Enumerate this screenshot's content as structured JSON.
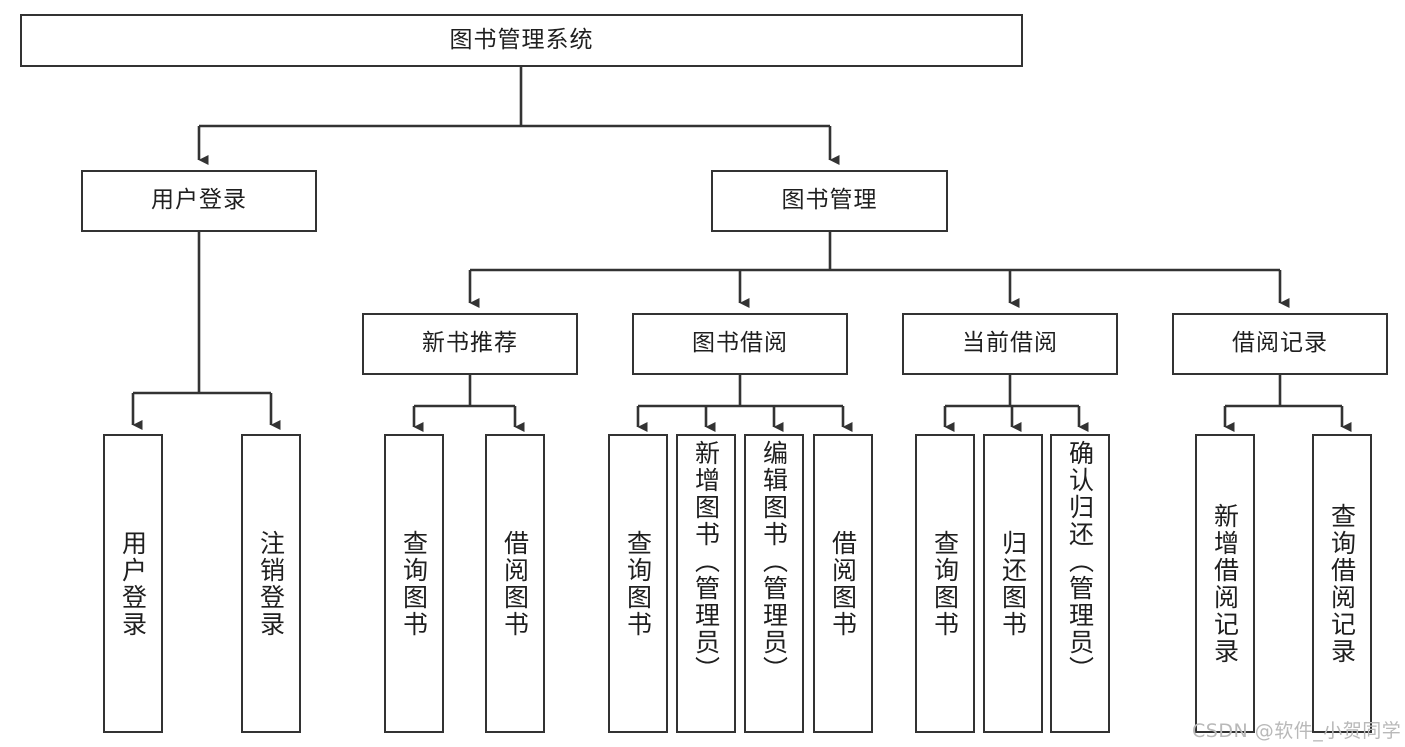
{
  "diagram": {
    "type": "tree-hierarchy-chart",
    "title": "图书管理系统",
    "watermark": "CSDN @软件_小贺同学",
    "colors": {
      "stroke": "#333333",
      "fill": "#ffffff",
      "text": "#1f1f1f",
      "watermark": "#b9b9b9"
    },
    "nodes": {
      "root": {
        "label": "图书管理系统"
      },
      "level2": [
        {
          "id": "user-login",
          "label": "用户登录"
        },
        {
          "id": "book-manage",
          "label": "图书管理"
        }
      ],
      "level3": [
        {
          "id": "new-book-recommend",
          "label": "新书推荐"
        },
        {
          "id": "book-borrow",
          "label": "图书借阅"
        },
        {
          "id": "current-borrow",
          "label": "当前借阅"
        },
        {
          "id": "borrow-record",
          "label": "借阅记录"
        }
      ],
      "leaves": {
        "user_login": [
          {
            "id": "leaf-user-login",
            "label": "用户登录"
          },
          {
            "id": "leaf-logout",
            "label": "注销登录"
          }
        ],
        "new_book_recommend": [
          {
            "id": "leaf-query-book-1",
            "label": "查询图书"
          },
          {
            "id": "leaf-borrow-book-1",
            "label": "借阅图书"
          }
        ],
        "book_borrow": [
          {
            "id": "leaf-query-book-2",
            "label": "查询图书"
          },
          {
            "id": "leaf-add-book",
            "label": "新增图书（管理员）"
          },
          {
            "id": "leaf-edit-book",
            "label": "编辑图书（管理员）"
          },
          {
            "id": "leaf-borrow-book-2",
            "label": "借阅图书"
          }
        ],
        "current_borrow": [
          {
            "id": "leaf-query-book-3",
            "label": "查询图书"
          },
          {
            "id": "leaf-return-book",
            "label": "归还图书"
          },
          {
            "id": "leaf-confirm-return",
            "label": "确认归还（管理员）"
          }
        ],
        "borrow_record": [
          {
            "id": "leaf-add-record",
            "label": "新增借阅记录"
          },
          {
            "id": "leaf-query-record",
            "label": "查询借阅记录"
          }
        ]
      }
    }
  }
}
